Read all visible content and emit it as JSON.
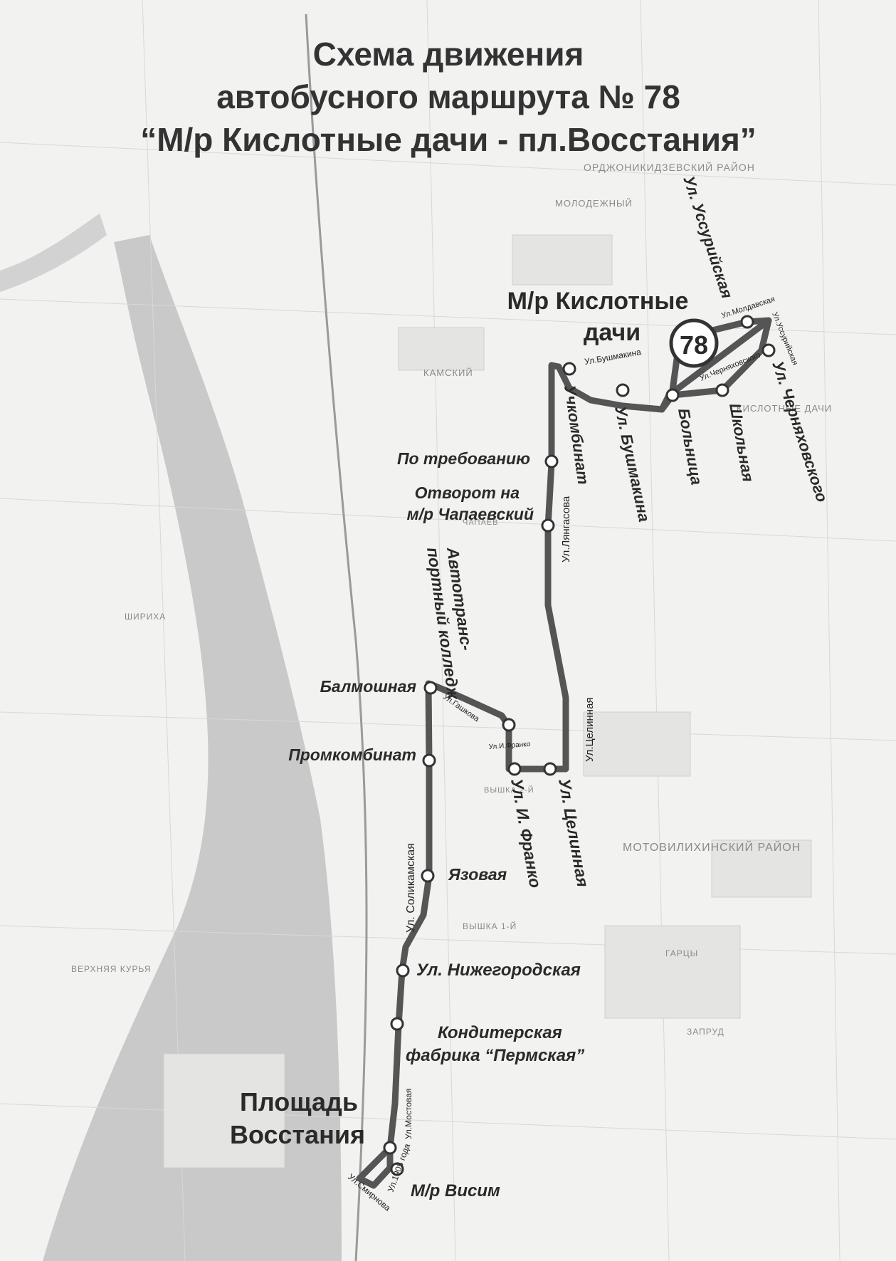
{
  "title": {
    "line1": "Схема движения",
    "line2": "автобусного маршрута № 78",
    "line3": "“М/р Кислотные дачи - пл.Восстания”"
  },
  "route": {
    "number": "78",
    "color": "#555555"
  },
  "terminals": {
    "north": [
      "М/р Кислотные",
      "дачи"
    ],
    "south": [
      "Площадь",
      "Восстания"
    ]
  },
  "stops": {
    "po_trebovaniyu": "По требованию",
    "otvorot": [
      "Отворот на",
      "м/р Чапаевский"
    ],
    "avtotrans": [
      "Автотранс-",
      "портный колледж"
    ],
    "balmoshnaya": "Балмошная",
    "promkombinat": "Промкомбинат",
    "yazovaya": "Язовая",
    "nizhegorodskaya": "Ул. Нижегородская",
    "konditerskaya": [
      "Кондитерская",
      "фабрика “Пермская”"
    ],
    "visim": "М/р Висим",
    "uchkombinat": "Учкомбинат",
    "bushmakina_stop": "Ул. Бушмакина",
    "bolnitsa": "Больница",
    "shkolnaya": "Школьная",
    "chernyakhovskogo_stop": "Ул. Черняховского",
    "ussuriyskaya_stop": "Ул. Уссурийская",
    "celinnaya_stop": "Ул. Целинная",
    "franko_stop": "Ул. И. Франко"
  },
  "streets": {
    "bushmakina": "Ул.Бушмакина",
    "chernyakhovskogo": "Ул.Черняховского",
    "moldavskaya": "Ул.Молдавская",
    "ussuriyskaya": "Ул.Уссурийская",
    "lyangasova": "Ул.Лянгасова",
    "celinnaya": "Ул.Целинная",
    "franko": "Ул.И.Франко",
    "gashkova": "Ул.Гашкова",
    "solikamskaya": "Ул. Соликамская",
    "mostovaya": "Ул.Мостовая",
    "g1905": "Ул.1905 года",
    "smirnova": "Ул.Смирнова"
  },
  "background_labels": {
    "molodezhny": "МОЛОДЕЖНЫЙ",
    "kamsky": "КАМСКИЙ",
    "kislotnye": "КИСЛОТНЫЕ ДАЧИ",
    "shiriha": "ШИРИХА",
    "motovilikha": "МОТОВИЛИХИНСКИЙ РАЙОН",
    "vyshka": "ВЫШКА 1-Й",
    "verkhnyaya": "ВЕРХНЯЯ КУРЬЯ",
    "garcy": "ГАРЦЫ",
    "zaprud": "ЗАПРУД",
    "ordzhonikidzevsky": "ОРДЖОНИКИДЗЕВСКИЙ РАЙОН",
    "chapaevsky": "ЧАПАЕВ",
    "vyshka2": "ВЫШКА 2-Й"
  }
}
